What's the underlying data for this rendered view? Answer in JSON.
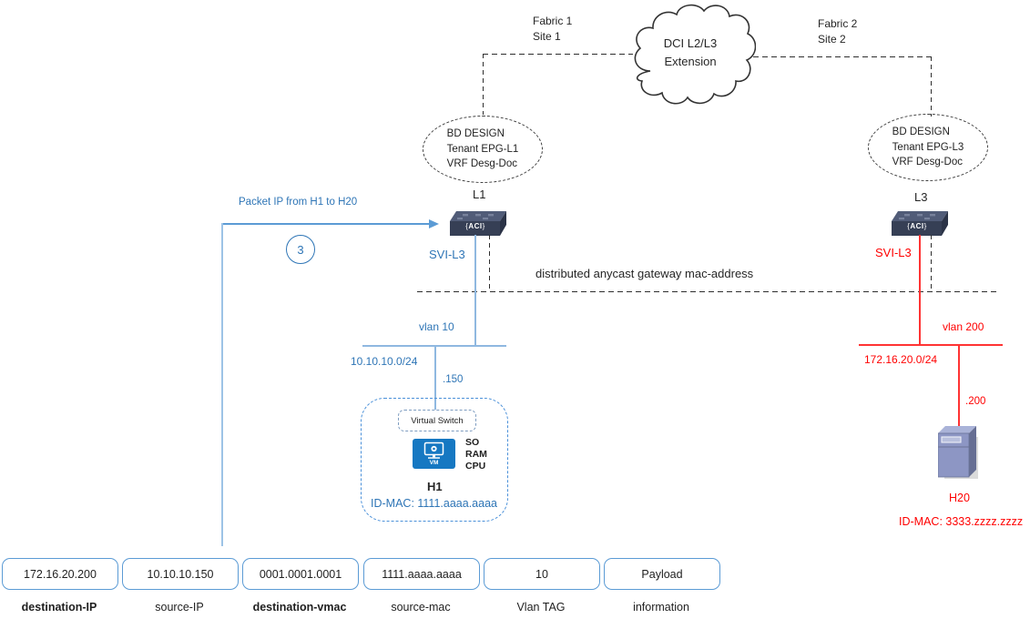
{
  "colors": {
    "accent_blue_text": "#2e75b6",
    "accent_blue_line": "#8fb8e0",
    "arrow_blue": "#5b9bd5",
    "red": "#ff0000",
    "switch_body": "#363f55",
    "vm_icon_blue": "#1678c2",
    "server_icon_blue": "#8d96c4"
  },
  "diagram": {
    "cloud": {
      "title_line1": "DCI L2/L3",
      "title_line2": "Extension"
    },
    "sites": {
      "left": {
        "fabric": "Fabric 1",
        "site": "Site 1"
      },
      "right": {
        "fabric": "Fabric 2",
        "site": "Site 2"
      }
    },
    "bd_left": {
      "line1": "BD DESIGN",
      "line2": "Tenant EPG-L1",
      "line3": "VRF Desg-Doc"
    },
    "bd_right": {
      "line1": "BD DESIGN",
      "line2": "Tenant EPG-L3",
      "line3": "VRF Desg-Doc"
    },
    "leaf_left": {
      "name": "L1",
      "svi": "SVI-L3"
    },
    "leaf_right": {
      "name": "L3",
      "svi": "SVI-L3"
    },
    "aci_logo": "ACI",
    "gateway_label": "distributed anycast gateway mac-address",
    "packet_flow": {
      "label": "Packet IP from H1 to H20",
      "step_number": "3"
    },
    "left_segment": {
      "vlan": "vlan 10",
      "subnet": "10.10.10.0/24",
      "host_suffix": ".150"
    },
    "right_segment": {
      "vlan": "vlan 200",
      "subnet": "172.16.20.0/24",
      "host_suffix": ".200"
    },
    "host_left": {
      "virtual_switch": "Virtual Switch",
      "vm_icon_label": "VM",
      "specs": [
        "SO",
        "RAM",
        "CPU"
      ],
      "name": "H1",
      "id_mac": "ID-MAC: 1111.aaaa.aaaa"
    },
    "host_right": {
      "name": "H20",
      "id_mac": "ID-MAC: 3333.zzzz.zzzz"
    }
  },
  "packet_fields": [
    {
      "value": "172.16.20.200",
      "label": "destination-IP",
      "bold": true
    },
    {
      "value": "10.10.10.150",
      "label": "source-IP",
      "bold": false
    },
    {
      "value": "0001.0001.0001",
      "label": "destination-vmac",
      "bold": true
    },
    {
      "value": "1111.aaaa.aaaa",
      "label": "source-mac",
      "bold": false
    },
    {
      "value": "10",
      "label": "Vlan TAG",
      "bold": false
    },
    {
      "value": "Payload",
      "label": "information",
      "bold": false
    }
  ]
}
